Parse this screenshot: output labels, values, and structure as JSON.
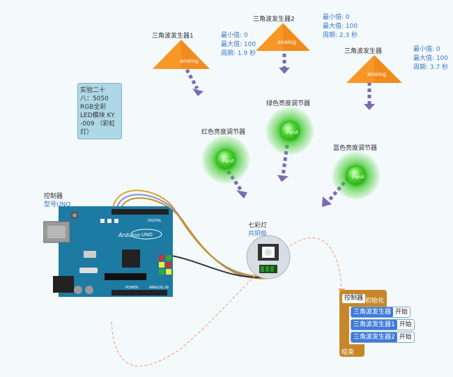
{
  "generators": [
    {
      "title": "三角波发生器1",
      "label": "analog",
      "min": "最小值: 0",
      "max": "最大值: 100",
      "period": "周期: 1.9 秒"
    },
    {
      "title": "三角波发生器2",
      "label": "analog",
      "min": "最小值: 0",
      "max": "最大值: 100",
      "period": "周期: 2.3 秒"
    },
    {
      "title": "三角波发生器",
      "label": "analog",
      "min": "最小值: 0",
      "max": "最大值: 100",
      "period": "周期: 3.7 秒"
    }
  ],
  "note": "实验二十\n八：5050\nRGB全彩\nLED模块 KY\n-009 （彩虹\n灯）",
  "leds": [
    {
      "title": "红色亮度调节器",
      "label": "input"
    },
    {
      "title": "绿色亮度调节器",
      "label": "input"
    },
    {
      "title": "蓝色亮度调节器",
      "label": "input"
    }
  ],
  "controller": {
    "label": "控制器",
    "model": "型号UNO",
    "board_name": "Arduino",
    "board_model": "UNO",
    "digital": "DIGITAL",
    "power": "POWER",
    "analog": "ANALOG IN"
  },
  "rgb_module": {
    "title": "七彩灯",
    "subtitle": "共阴极"
  },
  "code_block": {
    "head_tag": "控制器",
    "head_text": "初始化",
    "rows": [
      {
        "tag": "三角波发生器",
        "action": "开始"
      },
      {
        "tag": "三角波发生器1",
        "action": "开始"
      },
      {
        "tag": "三角波发生器2",
        "action": "开始"
      }
    ],
    "end": "结束"
  },
  "colors": {
    "triangle": "#f28a1c",
    "arrow": "#7c6ab3",
    "led": "#34c81f",
    "board": "#1d7aa3",
    "block": "#c8862a",
    "tag": "#3f7bd8"
  }
}
